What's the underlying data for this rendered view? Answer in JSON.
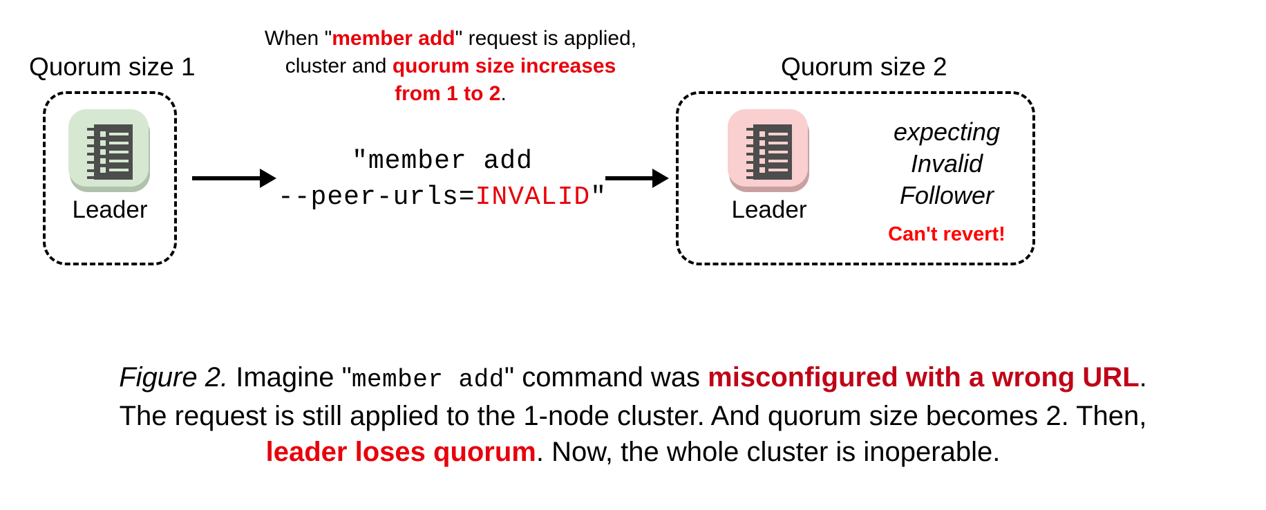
{
  "figure": {
    "left_cluster": {
      "title": "Quorum size 1",
      "node_label": "Leader",
      "icon_name": "notebook-icon",
      "tile_color": "#D6E8D2"
    },
    "right_cluster": {
      "title": "Quorum size 2",
      "node_label": "Leader",
      "icon_name": "notebook-icon",
      "tile_color": "#F9CFCF",
      "status_lines": [
        "expecting",
        "Invalid",
        "Follower"
      ],
      "warning": "Can't revert!",
      "warning_color": "#FF0000"
    },
    "top_note": {
      "line1_a": "When \"",
      "line1_b": "member add",
      "line1_c": "\" request is applied,",
      "line2_a": "cluster and ",
      "line2_b": "quorum size increases",
      "line3_b": "from 1 to 2",
      "line3_c": ".",
      "highlight_color": "#E8000B"
    },
    "command": {
      "line1": "\"member add",
      "line2_a": "--peer-urls=",
      "line2_b": "INVALID",
      "line2_c": "\"",
      "invalid_color": "#E8000B"
    },
    "caption": {
      "label": "Figure 2.",
      "seg1": " Imagine \"",
      "seg2_mono": "member add",
      "seg3": "\" command was ",
      "seg4_red": "misconfigured with a wrong URL",
      "seg5": ".",
      "line2": "The request is still applied to the 1-node cluster. And quorum size becomes 2. Then,",
      "seg6_red": "leader loses quorum",
      "seg7": ". Now, the whole cluster is inoperable.",
      "highlight_color": "#C00418"
    }
  }
}
